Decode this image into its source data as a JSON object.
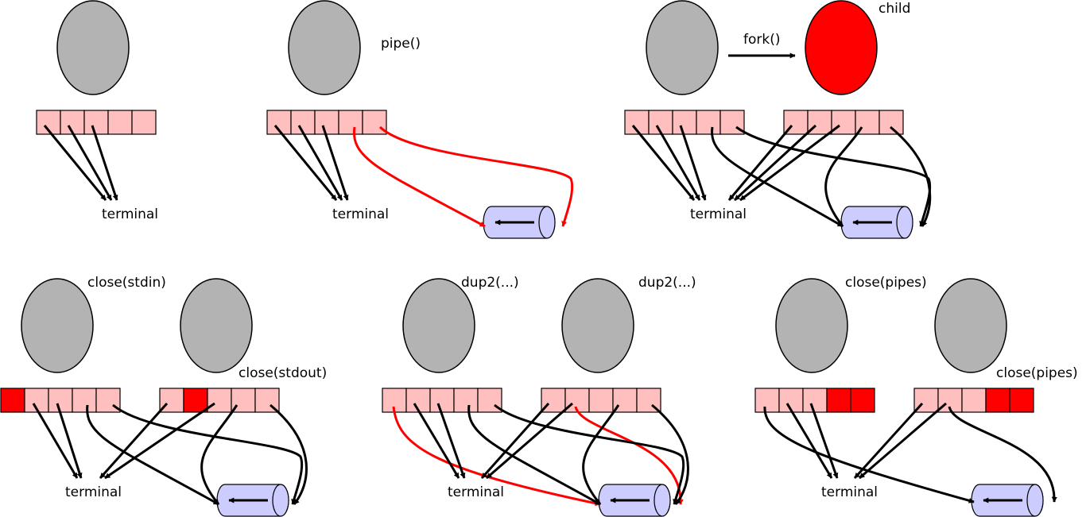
{
  "colors": {
    "process": "#b3b3b3",
    "child_process": "#ff0000",
    "fd_cell": "#ffbfbf",
    "fd_closed": "#ff0000",
    "pipe": "#ccccff",
    "arrow": "#000000",
    "arrow_highlight": "#ff0000"
  },
  "panels": [
    {
      "id": "p1",
      "labels": {
        "terminal": "terminal"
      }
    },
    {
      "id": "p2",
      "labels": {
        "op": "pipe()",
        "terminal": "terminal"
      }
    },
    {
      "id": "p3",
      "labels": {
        "op": "fork()",
        "child": "child",
        "terminal": "terminal"
      }
    },
    {
      "id": "p4",
      "labels": {
        "parent_op": "close(stdin)",
        "child_op": "close(stdout)",
        "terminal": "terminal"
      }
    },
    {
      "id": "p5",
      "labels": {
        "parent_op": "dup2(...)",
        "child_op": "dup2(...)",
        "terminal": "terminal"
      }
    },
    {
      "id": "p6",
      "labels": {
        "parent_op": "close(pipes)",
        "child_op": "close(pipes)",
        "terminal": "terminal"
      }
    }
  ]
}
